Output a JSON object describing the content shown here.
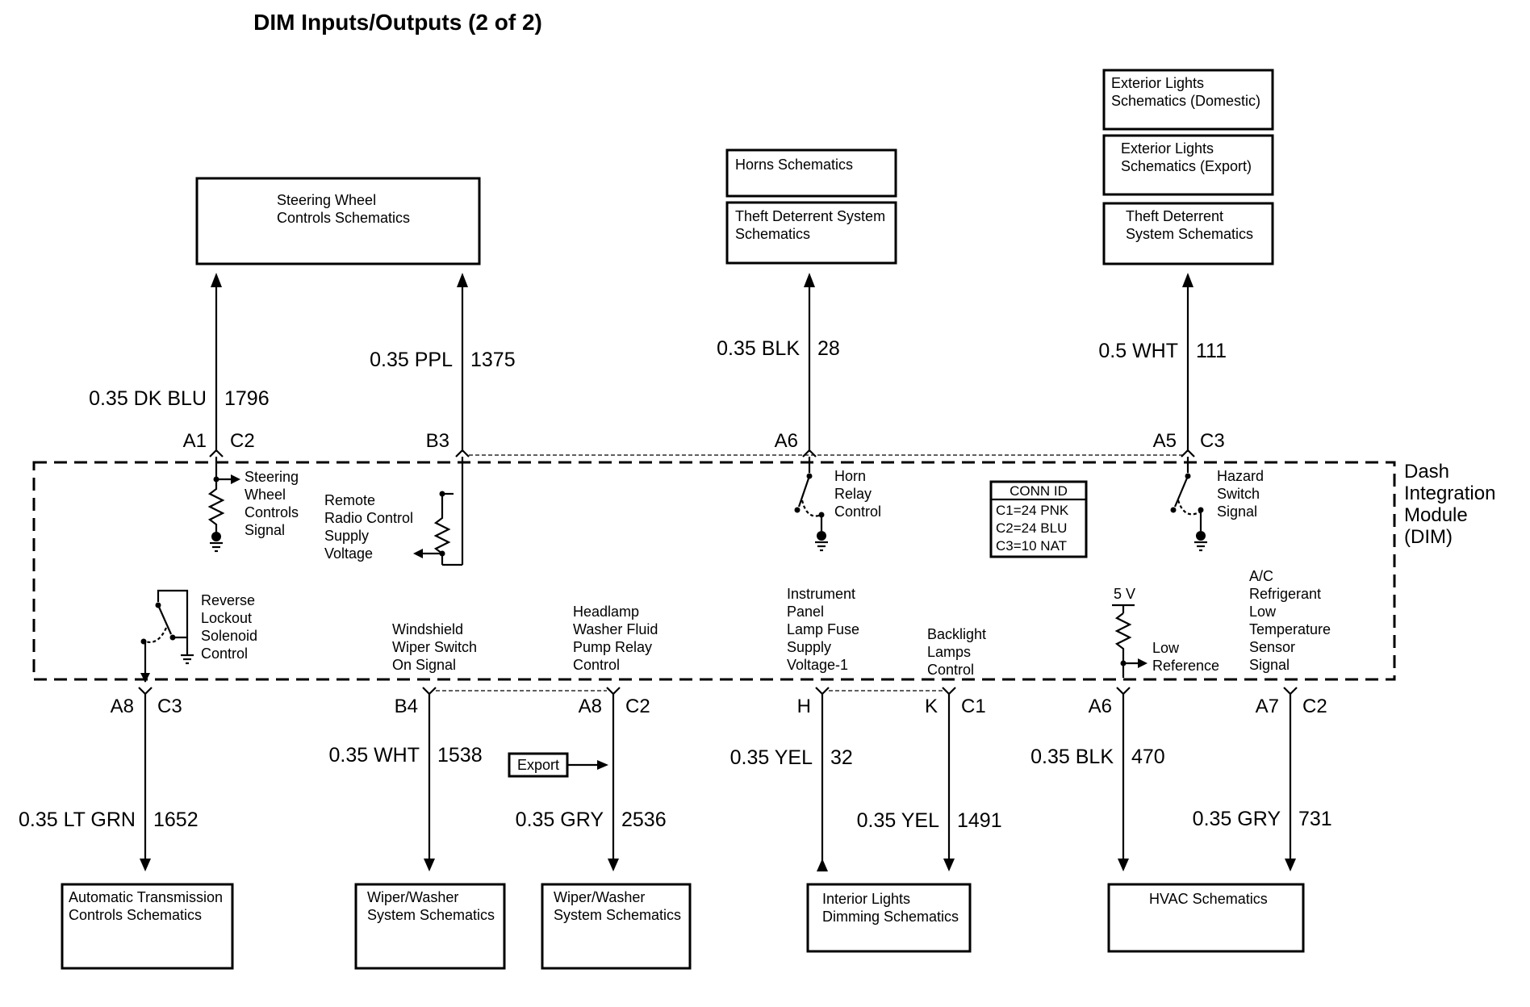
{
  "title": "DIM Inputs/Outputs (2 of 2)",
  "module_label": [
    "Dash",
    "Integration",
    "Module",
    "(DIM)"
  ],
  "conn_id": {
    "heading": "CONN ID",
    "lines": [
      "C1=24 PNK",
      "C2=24 BLU",
      "C3=10 NAT"
    ]
  },
  "top_boxes": {
    "steering": [
      "Steering Wheel",
      "Controls Schematics"
    ],
    "horns": [
      "Horns Schematics"
    ],
    "theft1": [
      "Theft Deterrent System",
      "Schematics"
    ],
    "ext_domestic": [
      "Exterior Lights",
      "Schematics (Domestic)"
    ],
    "ext_export": [
      "Exterior Lights",
      "Schematics (Export)"
    ],
    "theft2": [
      "Theft Deterrent",
      "System Schematics"
    ]
  },
  "top_wires": {
    "w1796": {
      "color": "0.35 DK BLU",
      "circuit": "1796",
      "pin": "A1",
      "conn": "C2"
    },
    "w1375": {
      "color": "0.35 PPL",
      "circuit": "1375",
      "pin": "B3"
    },
    "w28": {
      "color": "0.35 BLK",
      "circuit": "28",
      "pin": "A6"
    },
    "w111": {
      "color": "0.5 WHT",
      "circuit": "111",
      "pin": "A5",
      "conn": "C3"
    }
  },
  "inner_top": {
    "steering_signal": [
      "Steering",
      "Wheel",
      "Controls",
      "Signal"
    ],
    "remote_radio": [
      "Remote",
      "Radio Control",
      "Supply",
      "Voltage"
    ],
    "horn_relay": [
      "Horn",
      "Relay",
      "Control"
    ],
    "hazard": [
      "Hazard",
      "Switch",
      "Signal"
    ]
  },
  "inner_bottom": {
    "reverse_lockout": [
      "Reverse",
      "Lockout",
      "Solenoid",
      "Control"
    ],
    "windshield": [
      "Windshield",
      "Wiper Switch",
      "On Signal"
    ],
    "headlamp": [
      "Headlamp",
      "Washer Fluid",
      "Pump Relay",
      "Control"
    ],
    "ip_fuse": [
      "Instrument",
      "Panel",
      "Lamp Fuse",
      "Supply",
      "Voltage-1"
    ],
    "backlight": [
      "Backlight",
      "Lamps",
      "Control"
    ],
    "five_v": "5 V",
    "low_reference": [
      "Low",
      "Reference"
    ],
    "ac_sensor": [
      "A/C",
      "Refrigerant",
      "Low",
      "Temperature",
      "Sensor",
      "Signal"
    ]
  },
  "bottom_wires": {
    "w1652": {
      "color": "0.35 LT GRN",
      "circuit": "1652",
      "pin": "A8",
      "conn": "C3"
    },
    "w1538": {
      "color": "0.35 WHT",
      "circuit": "1538",
      "pin": "B4"
    },
    "w2536": {
      "color": "0.35 GRY",
      "circuit": "2536",
      "pin": "A8",
      "conn": "C2"
    },
    "w32": {
      "color": "0.35 YEL",
      "circuit": "32",
      "pin": "H"
    },
    "w1491": {
      "color": "0.35 YEL",
      "circuit": "1491",
      "pin": "K",
      "conn": "C1"
    },
    "w470": {
      "color": "0.35 BLK",
      "circuit": "470",
      "pin": "A6"
    },
    "w731": {
      "color": "0.35 GRY",
      "circuit": "731",
      "pin": "A7",
      "conn": "C2"
    }
  },
  "export_label": "Export",
  "bottom_boxes": {
    "auto_trans": [
      "Automatic Transmission",
      "Controls Schematics"
    ],
    "wiper1": [
      "Wiper/Washer",
      "System Schematics"
    ],
    "wiper2": [
      "Wiper/Washer",
      "System Schematics"
    ],
    "interior": [
      "Interior Lights",
      "Dimming Schematics"
    ],
    "hvac": [
      "HVAC Schematics"
    ]
  }
}
